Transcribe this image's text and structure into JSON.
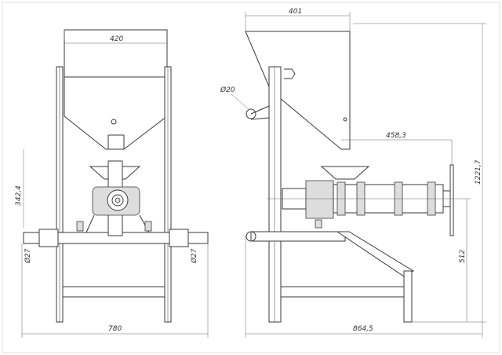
{
  "drawing": {
    "front_view": {
      "dimensions": {
        "hopper_width": "420",
        "height_342": "342,4",
        "shaft_dia_left": "Ø27",
        "shaft_dia_right": "Ø27",
        "overall_width": "780"
      }
    },
    "side_view": {
      "dimensions": {
        "hopper_depth": "401",
        "pin_dia": "Ø20",
        "outlet_offset": "458,3",
        "overall_height": "1221,7",
        "outlet_height": "512",
        "overall_length": "864,5"
      }
    }
  }
}
